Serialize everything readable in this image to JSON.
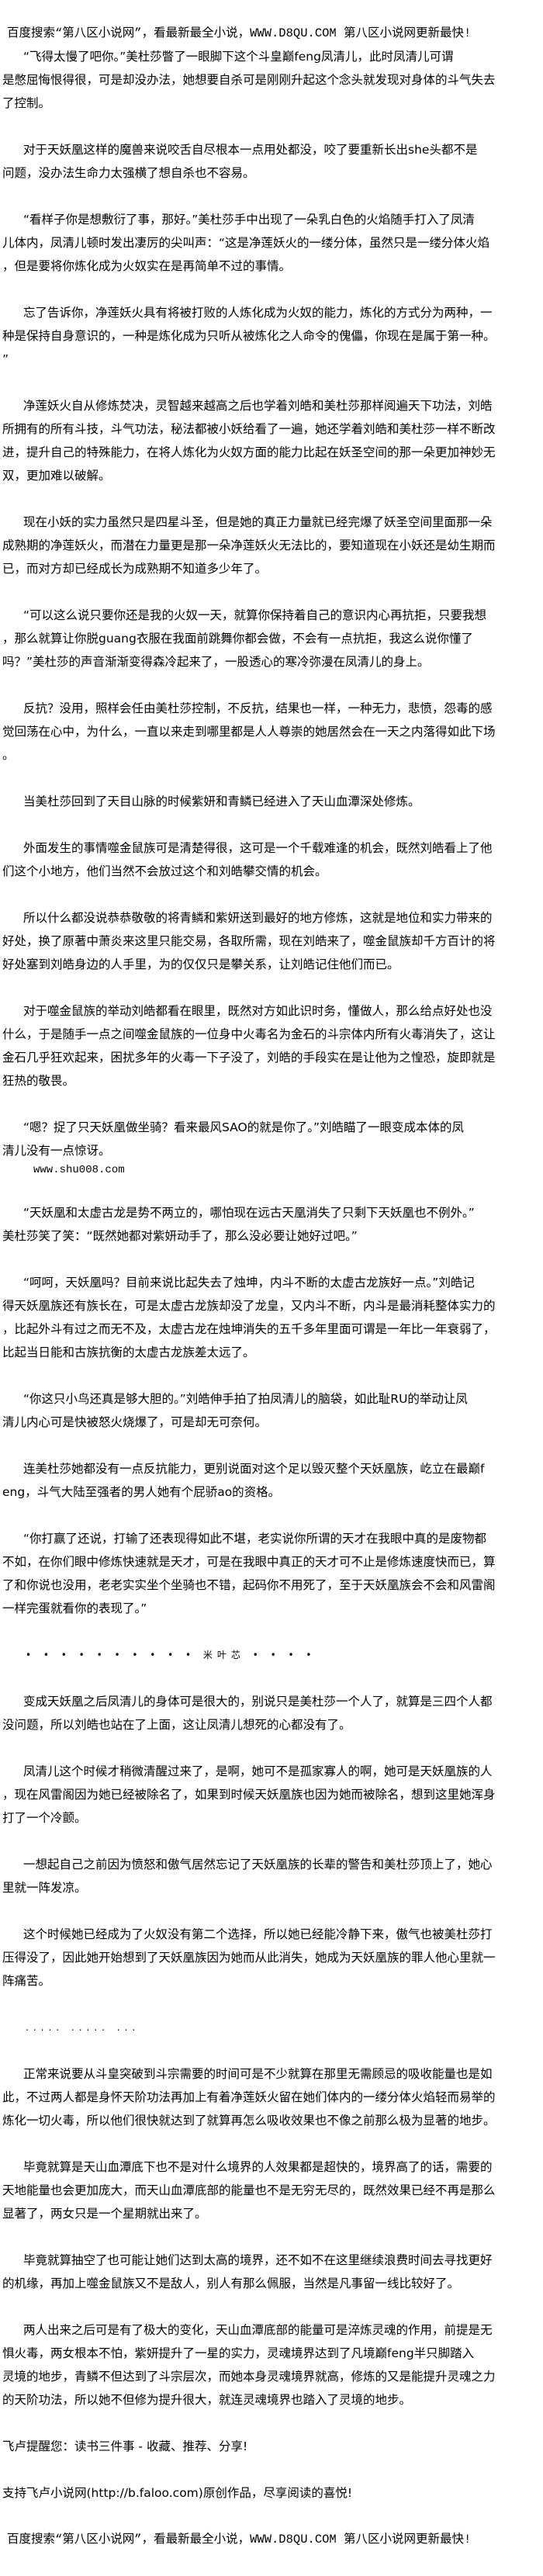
{
  "header_banner": "百度搜索“第八区小说网”，看最新最全小说，WWW.D8QU.COM  第八区小说网更新最快!",
  "paragraphs": [
    [
      "“飞得太慢了吧你。”美杜莎瞥了一眼脚下这个斗皇巅feng凤清儿，此时凤清儿可谓",
      "是憋屈悔恨得很，可是却没办法，她想要自杀可是刚刚升起这个念头就发现对身体的斗气失去",
      "了控制。"
    ],
    [
      "对于天妖凰这样的魔兽来说咬舌自尽根本一点用处都没，咬了要重新长出she头都不是",
      "问题，没办法生命力太强横了想自杀也不容易。"
    ],
    [
      "“看样子你是想敷衍了事，那好。”美杜莎手中出现了一朵乳白色的火焰随手打入了凤清",
      "儿体内，凤清儿顿时发出凄厉的尖叫声：“这是净莲妖火的一缕分体，虽然只是一缕分体火焰",
      "，但是要将你炼化成为火奴实在是再简单不过的事情。"
    ],
    [
      "忘了告诉你，净莲妖火具有将被打败的人炼化成为火奴的能力，炼化的方式分为两种，一",
      "种是保持自身意识的，一种是炼化成为只听从被炼化之人命令的傀儡，你现在是属于第一种。",
      "”"
    ],
    [
      "净莲妖火自从修炼焚决，灵智越来越高之后也学着刘皓和美杜莎那样阅遍天下功法，刘皓",
      "所拥有的所有斗技，斗气功法，秘法都被小妖给看了一遍，她还学着刘皓和美杜莎一样不断改",
      "进，提升自己的特殊能力，在将人炼化为火奴方面的能力比起在妖圣空间的那一朵更加神妙无",
      "双，更加难以破解。"
    ],
    [
      "现在小妖的实力虽然只是四星斗圣，但是她的真正力量就已经完爆了妖圣空间里面那一朵",
      "成熟期的净莲妖火，而潜在力量更是那一朵净莲妖火无法比的，要知道现在小妖还是幼生期而",
      "已，而对方却已经成长为成熟期不知道多少年了。"
    ],
    [
      "“可以这么说只要你还是我的火奴一天，就算你保持着自己的意识内心再抗拒，只要我想",
      "，那么就算让你脱guang衣服在我面前跳舞你都会做，不会有一点抗拒，我这么说你懂了",
      "吗？”美杜莎的声音渐渐变得森冷起来了，一股透心的寒冷弥漫在凤清儿的身上。"
    ],
    [
      "反抗？没用，照样会任由美杜莎控制，不反抗，结果也一样，一种无力，悲愤，怨毒的感",
      "觉回荡在心中，为什么，一直以来走到哪里都是人人尊崇的她居然会在一天之内落得如此下场",
      "。"
    ],
    [
      "当美杜莎回到了天目山脉的时候紫妍和青鳞已经进入了天山血潭深处修炼。"
    ],
    [
      "外面发生的事情噬金鼠族可是清楚得很，这可是一个千载难逢的机会，既然刘皓看上了他",
      "们这个小地方，他们当然不会放过这个和刘皓攀交情的机会。"
    ],
    [
      "所以什么都没说恭恭敬敬的将青鳞和紫妍送到最好的地方修炼，这就是地位和实力带来的",
      "好处，换了原著中萧炎来这里只能交易，各取所需，现在刘皓来了，噬金鼠族却千方百计的将",
      "好处塞到刘皓身边的人手里，为的仅仅只是攀关系，让刘皓记住他们而已。"
    ],
    [
      "对于噬金鼠族的举动刘皓都看在眼里，既然对方如此识时务，懂做人，那么给点好处也没",
      "什么，于是随手一点之间噬金鼠族的一位身中火毒名为金石的斗宗体内所有火毒消失了，这让",
      "金石几乎狂欢起来，困扰多年的火毒一下子没了，刘皓的手段实在是让他为之惶恐，旋即就是",
      "狂热的敬畏。"
    ],
    [
      "“嗯？捉了只天妖凰做坐骑？看来最风SAO的就是你了。”刘皓瞄了一眼变成本体的凤",
      "清儿没有一点惊讶。"
    ],
    [
      "“天妖凰和太虚古龙是势不两立的，哪怕现在远古天凰消失了只剩下天妖凰也不例外。”",
      "美杜莎笑了笑：“既然她都对紫妍动手了，那么没必要让她好过吧。”"
    ],
    [
      "“呵呵，天妖凰吗？目前来说比起失去了烛坤，内斗不断的太虚古龙族好一点。”刘皓记",
      "得天妖凰族还有族长在，可是太虚古龙族却没了龙皇，又内斗不断，内斗是最消耗整体实力的",
      "，比起外斗有过之而无不及，太虚古龙在烛坤消失的五千多年里面可谓是一年比一年衰弱了，",
      "比起当日能和古族抗衡的太虚古龙族差太远了。"
    ],
    [
      "“你这只小鸟还真是够大胆的。”刘皓伸手拍了拍凤清儿的脑袋，如此耻RU的举动让凤",
      "清儿内心可是快被怒火烧爆了，可是却无可奈何。"
    ],
    [
      "连美杜莎她都没有一点反抗能力，更别说面对这个足以毁灭整个天妖凰族，屹立在最巅f",
      "eng，斗气大陆至强者的男人她有个屁骄ao的资格。"
    ],
    [
      "“你打赢了还说，打输了还表现得如此不堪，老实说你所谓的天才在我眼中真的是废物都",
      "不如，在你们眼中修炼快速就是天才，可是在我眼中真正的天才可不止是修炼速度快而已，算",
      "了和你说也没用，老老实实坐个坐骑也不错，起码你不用死了，至于天妖凰族会不会和风雷阁",
      "一样完蛋就看你的表现了。”"
    ],
    [
      "变成天妖凰之后凤清儿的身体可是很大的，别说只是美杜莎一个人了，就算是三四个人都",
      "没问题，所以刘皓也站在了上面，这让凤清儿想死的心都没有了。"
    ],
    [
      "凤清儿这个时候才稍微清醒过来了，是啊，她可不是孤家寡人的啊，她可是天妖凰族的人",
      "，现在风雷阁因为她已经被除名了，如果到时候天妖凰族也因为她而被除名，想到这里她浑身",
      "打了一个冷颤。"
    ],
    [
      "一想起自己之前因为愤怒和傲气居然忘记了天妖凰族的长辈的警告和美杜莎顶上了，她心",
      "里就一阵发凉。"
    ],
    [
      "这个时候她已经成为了火奴没有第二个选择，所以她已经能冷静下来，傲气也被美杜莎打",
      "压得没了，因此她开始想到了天妖凰族因为她而从此消失，她成为天妖凰族的罪人他心里就一",
      "阵痛苦。"
    ],
    [
      "正常来说要从斗皇突破到斗宗需要的时间可是不少就算在那里无需顾忌的吸收能量也是如",
      "此，不过两人都是身怀天阶功法再加上有着净莲妖火留在她们体内的一缕分体火焰轻而易举的",
      "炼化一切火毒，所以他们很快就达到了就算再怎么吸收效果也不像之前那么极为显著的地步。"
    ],
    [
      "毕竟就算是天山血潭底下也不是对什么境界的人效果都是超快的，境界高了的话，需要的",
      "天地能量也会更加庞大，而天山血潭底部的能量也不是无穷无尽的，既然效果已经不再是那么",
      "显著了，两女只是一个星期就出来了。"
    ],
    [
      "毕竟就算抽空了也可能让她们达到太高的境界，还不如不在这里继续浪费时间去寻找更好",
      "的机缘，再加上噬金鼠族又不是敌人，别人有那么佩服，当然是凡事留一线比较好了。"
    ],
    [
      "两人出来之后可是有了极大的变化，天山血潭底部的能量可是淬炼灵魂的作用，前提是无",
      "惧火毒，两女根本不怕，紫妍提升了一星的实力，灵魂境界达到了凡境巅feng半只脚踏入",
      "灵境的地步，青鳞不但达到了斗宗层次，而她本身灵魂境界就高，修炼的又是能提升灵魂之力",
      "的天阶功法，所以她不但修为提升很大，就连灵魂境界也踏入了灵境的地步。"
    ]
  ],
  "url_note": "www.shu008.com",
  "separator_1": "• • • • • • • • • • 米叶芯 • • •  •",
  "separator_2": "..... ..... ...",
  "reminder": "飞卢提醒您：读书三件事 - 收藏、推荐、分享!",
  "support": "支持飞卢小说网(http://b.faloo.com)原创作品，尽享阅读的喜悦!",
  "footer_banner": "百度搜索“第八区小说网”，看最新最全小说，WWW.D8QU.COM  第八区小说网更新最快!"
}
